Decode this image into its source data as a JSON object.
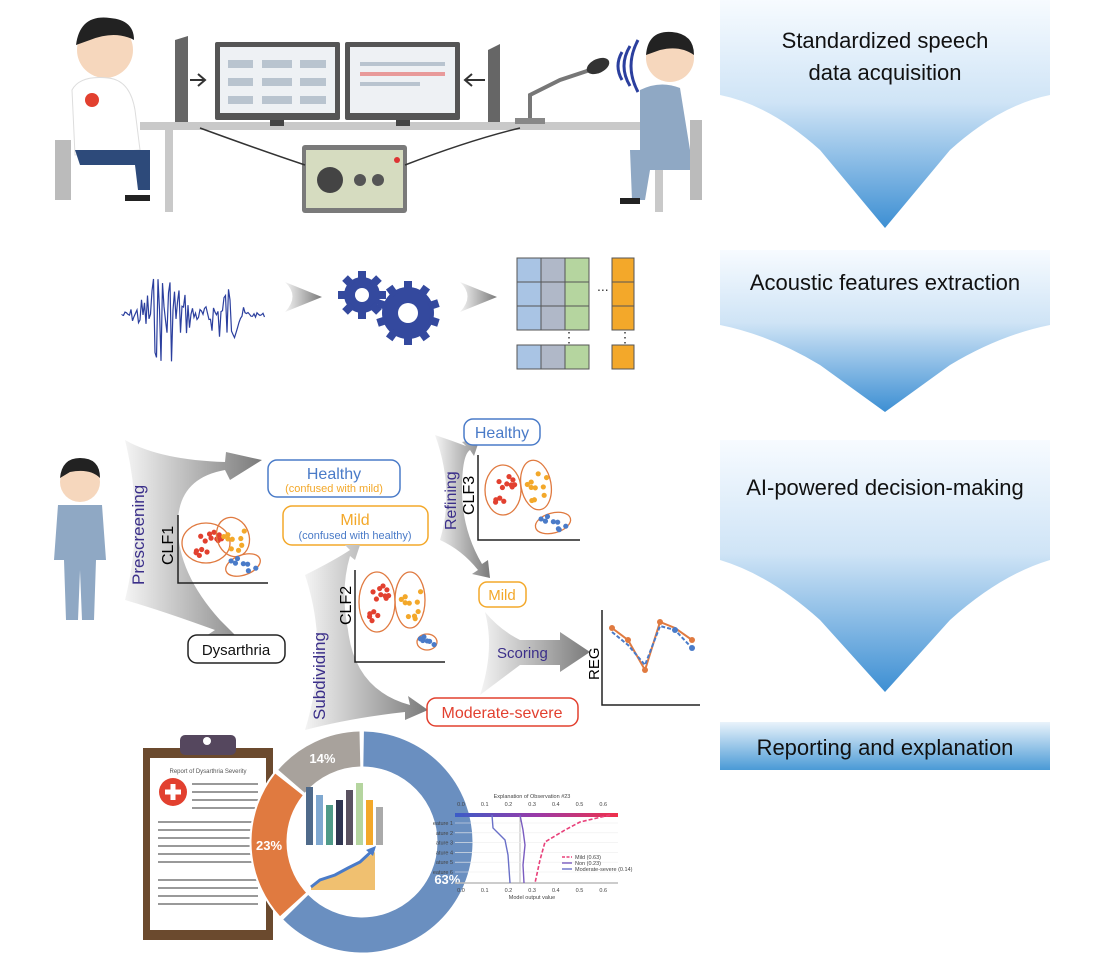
{
  "steps": {
    "s1_line1": "Standardized speech",
    "s1_line2": "data acquisition",
    "s2": "Acoustic features extraction",
    "s3": "AI-powered decision-making",
    "s4": "Reporting and explanation"
  },
  "features": {
    "h_ellipsis": "...",
    "v_ellipsis": "⋮"
  },
  "decision": {
    "prescreening": "Prescreening",
    "clf1": "CLF1",
    "healthy1": "Healthy",
    "healthy1_note": "(confused with mild)",
    "mild1": "Mild",
    "mild1_note": "(confused with healthy)",
    "dysarthria": "Dysarthria",
    "subdividing": "Subdividing",
    "clf2": "CLF2",
    "moderate_severe": "Moderate-severe",
    "refining": "Refining",
    "clf3": "CLF3",
    "healthy2": "Healthy",
    "mild2": "Mild",
    "scoring": "Scoring",
    "reg": "REG"
  },
  "report": {
    "title": "Report of Dysarthria Severity",
    "donut": [
      {
        "label": "63%",
        "value": 63,
        "color": "#6a8fc0"
      },
      {
        "label": "23%",
        "value": 23,
        "color": "#e07a40"
      },
      {
        "label": "14%",
        "value": 14,
        "color": "#a8a29c"
      }
    ]
  },
  "explanation": {
    "title": "Explanation of Observation #23",
    "xlabel": "Model output value",
    "ticks": [
      "0.0",
      "0.1",
      "0.2",
      "0.3",
      "0.4",
      "0.5",
      "0.6"
    ],
    "features": [
      "eature 1",
      "ature 2",
      "ature 3",
      "ature 4",
      "ature 5",
      "eature 6"
    ],
    "legend": [
      {
        "label": "Mild (0.63)",
        "color": "#e8407a"
      },
      {
        "label": "Non (0.23)",
        "color": "#7a5cc0"
      },
      {
        "label": "Moderate-severe (0.14)",
        "color": "#6a70c8"
      }
    ]
  },
  "colors": {
    "accent_blue": "#4a9ad6",
    "wave": "#2b3f9e",
    "orange": "#f3a82a",
    "red": "#e2402f"
  }
}
